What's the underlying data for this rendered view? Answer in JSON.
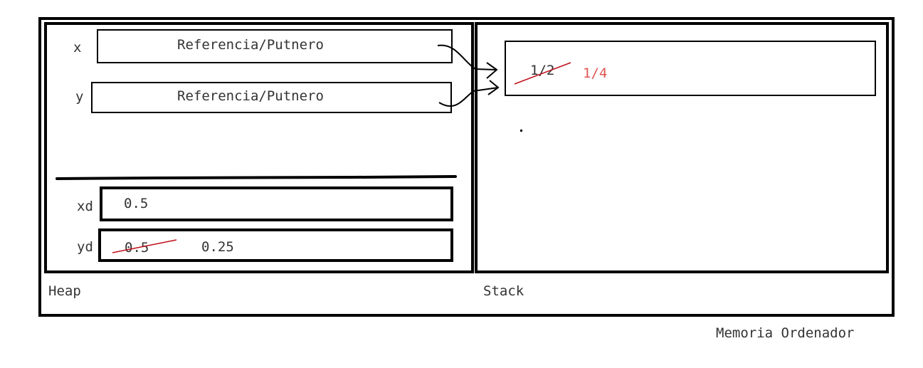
{
  "labels": {
    "memory": "Memoria Ordenador",
    "heap": "Heap",
    "stack": "Stack"
  },
  "variables": {
    "x": {
      "name": "x",
      "content": "Referencia/Putnero"
    },
    "y": {
      "name": "y",
      "content": "Referencia/Putnero"
    },
    "xd": {
      "name": "xd",
      "value": "0.5"
    },
    "yd": {
      "name": "yd",
      "old_value": "0.5",
      "value": "0.25"
    }
  },
  "stack_object": {
    "old_value": "1/2",
    "new_value": "1/4"
  },
  "colors": {
    "ink": "#000000",
    "text": "#333333",
    "strike": "#c0101a",
    "new_value": "#e05555"
  }
}
